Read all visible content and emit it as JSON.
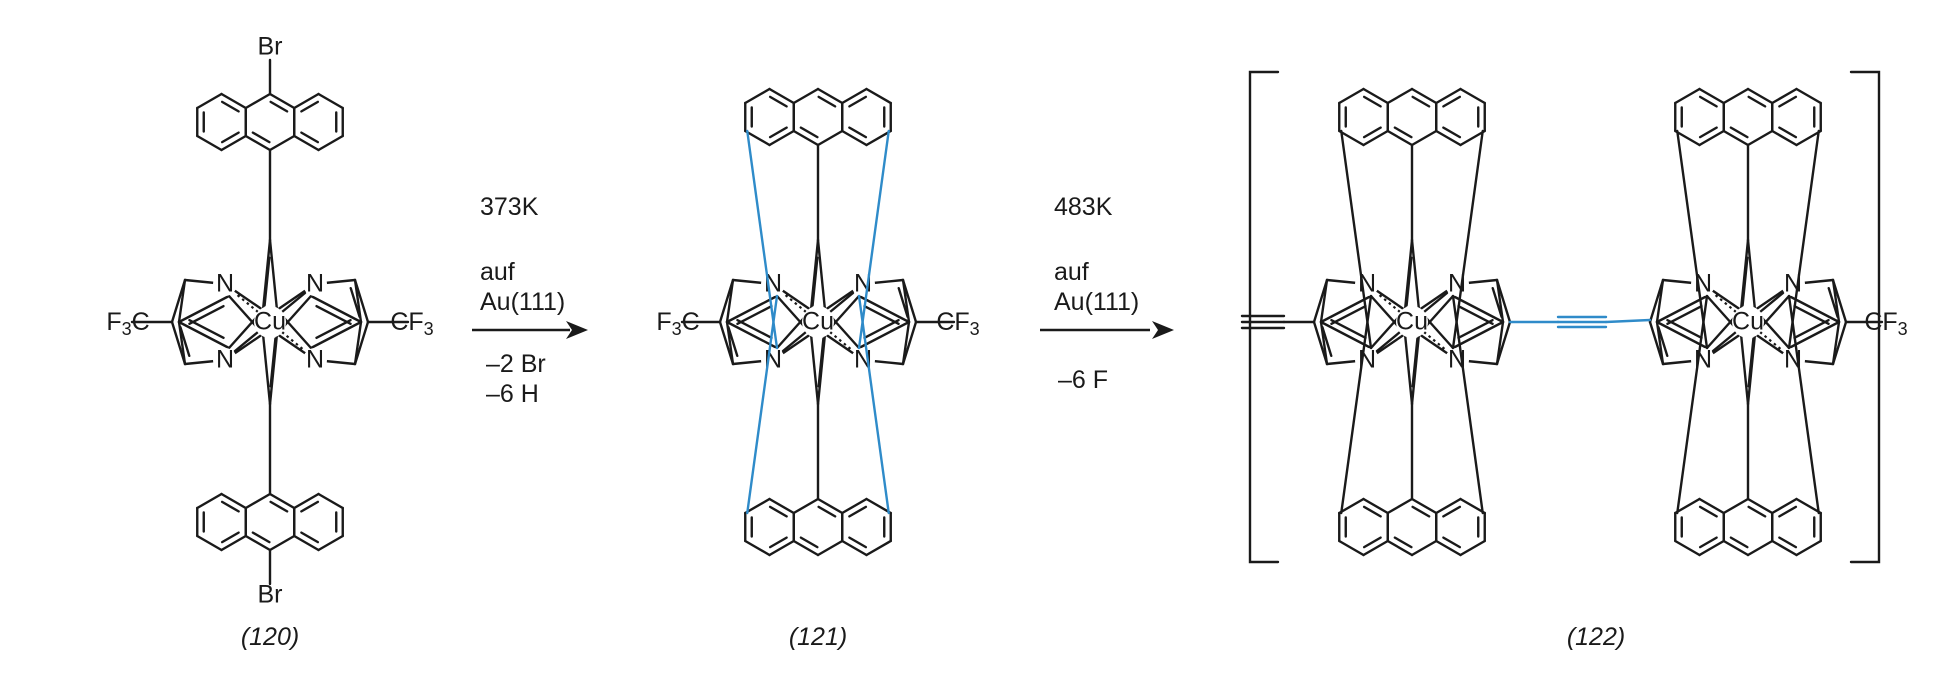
{
  "compounds": [
    {
      "id": "120",
      "label": "(120)",
      "metal": "Cu",
      "substituents": {
        "top": "Br",
        "bottom": "Br",
        "left": "F3C",
        "right": "CF3"
      }
    },
    {
      "id": "121",
      "label": "(121)",
      "metal": "Cu",
      "substituents": {
        "left": "F3C",
        "right": "CF3"
      }
    },
    {
      "id": "122",
      "label": "(122)",
      "metal": "Cu",
      "substituents": {
        "right": "CF3"
      }
    }
  ],
  "atoms": {
    "nitrogen": "N",
    "metal": "Cu",
    "bromine": "Br",
    "cf3_prefix": "CF",
    "cf3_sub": "3",
    "f3c_prefix": "F",
    "f3c_sub": "3",
    "f3c_suffix": "C"
  },
  "steps": [
    {
      "temperature": "373K",
      "substrate_line1": "auf",
      "substrate_line2": "Au(111)",
      "loss_line1": "–2 Br",
      "loss_line2": "–6 H"
    },
    {
      "temperature": "483K",
      "substrate_line1": "auf",
      "substrate_line2": "Au(111)",
      "loss_line1": "–6 F",
      "loss_line2": ""
    }
  ],
  "colors": {
    "bond": "#1a1a1a",
    "new_bond": "#2f8bc9",
    "background": "#ffffff"
  }
}
